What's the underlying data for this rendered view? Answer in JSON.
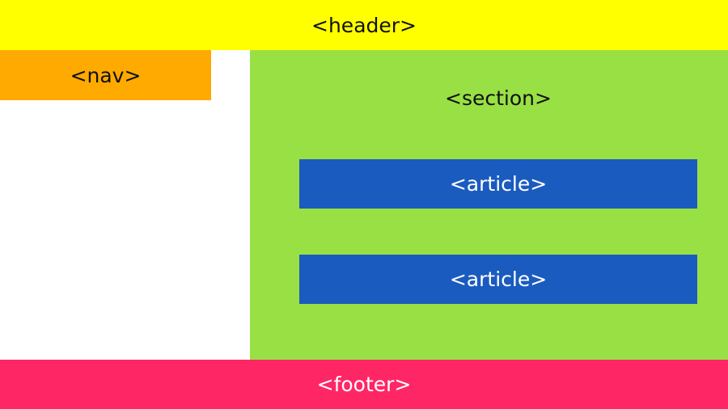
{
  "labels": {
    "header": "<header>",
    "nav": "<nav>",
    "section": "<section>",
    "article_1": "<article>",
    "article_2": "<article>",
    "footer": "<footer>"
  },
  "colors": {
    "header": "#ffff00",
    "nav": "#ffaa00",
    "section": "#99e045",
    "article": "#1a5bbf",
    "footer": "#ff2666",
    "background": "#ffffff"
  }
}
